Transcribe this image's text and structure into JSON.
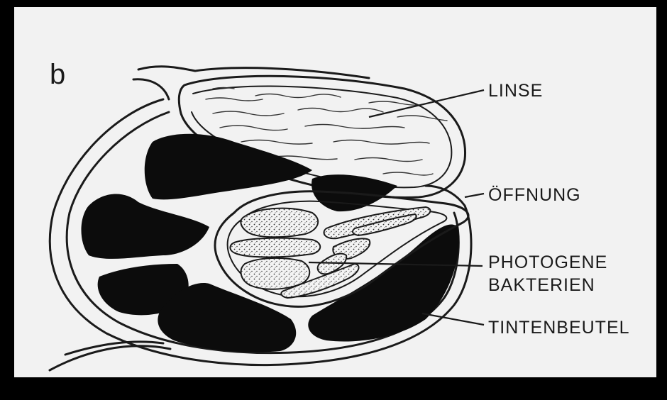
{
  "figure": {
    "panel_label": "b",
    "labels": {
      "lens": "LINSE",
      "opening": "ÖFFNUNG",
      "bacteria_line1": "PHOTOGENE",
      "bacteria_line2": "BAKTERIEN",
      "ink_sac": "TINTENBEUTEL"
    },
    "colors": {
      "paper": "#f2f2f2",
      "ink": "#0c0c0c",
      "frame": "#000000"
    }
  }
}
